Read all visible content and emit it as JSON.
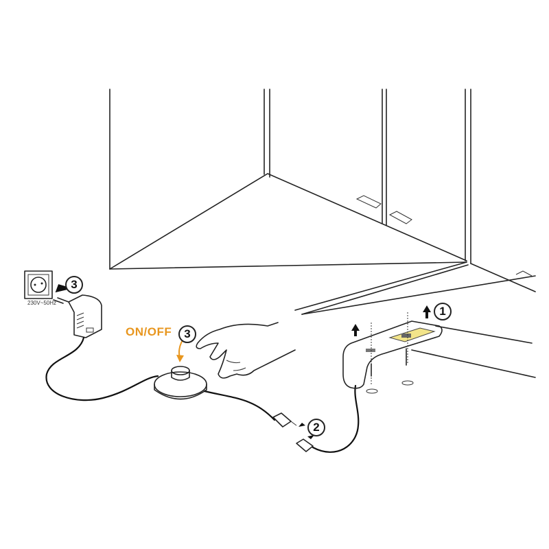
{
  "socket": {
    "voltage_label": "230V~50Hz"
  },
  "switch": {
    "label": "ON/OFF"
  },
  "steps": {
    "adapter": "3",
    "switch": "3",
    "connector": "2",
    "light": "1"
  },
  "colors": {
    "accent": "#e8961e",
    "led_panel": "#f2e48a",
    "fixture": "#e6e6e6"
  }
}
